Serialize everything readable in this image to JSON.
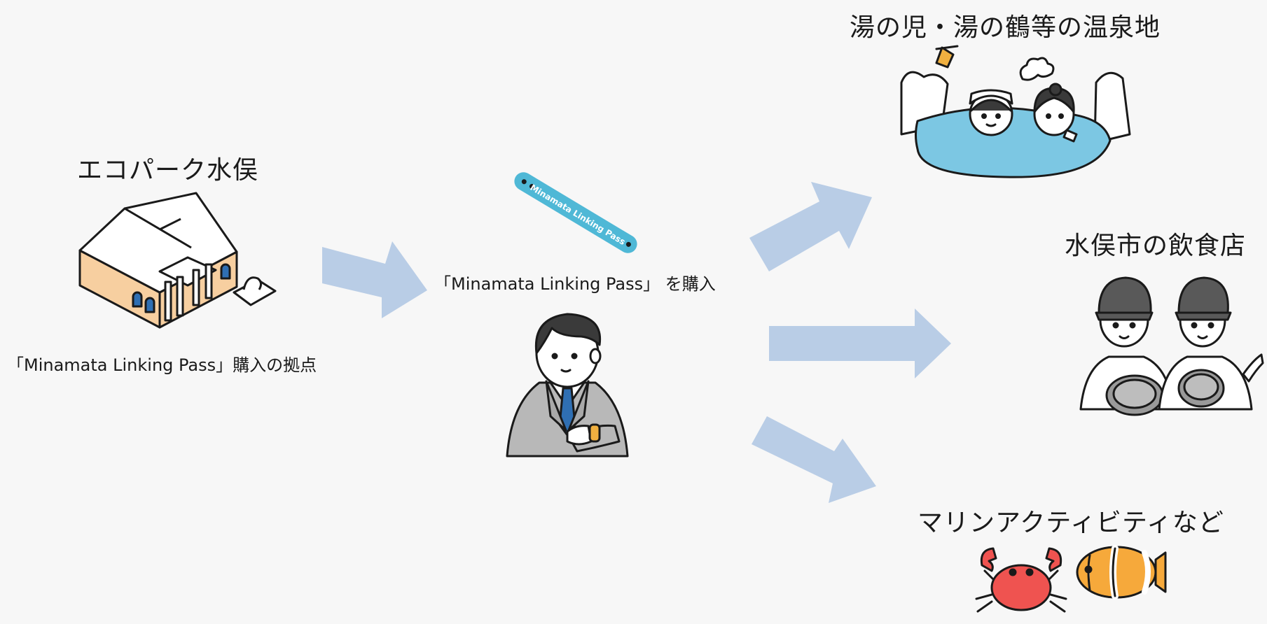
{
  "diagram": {
    "left": {
      "title": "エコパーク水俣",
      "caption": "「Minamata Linking Pass」購入の拠点"
    },
    "center": {
      "caption": "「Minamata Linking Pass」 を購入",
      "band_text": "Minamata Linking Pass"
    },
    "destinations": [
      {
        "title": "湯の児・湯の鶴等の温泉地",
        "icon": "hot-spring-bathers-icon"
      },
      {
        "title": "水俣市の飲食店",
        "icon": "restaurant-staff-icon"
      },
      {
        "title": "マリンアクティビティなど",
        "icon": "crab-and-clownfish-icon"
      }
    ],
    "colors": {
      "arrow": "#b9cde6",
      "band": "#4fb8d6",
      "water": "#7cc7e3",
      "building": "#f7cfa0"
    }
  }
}
